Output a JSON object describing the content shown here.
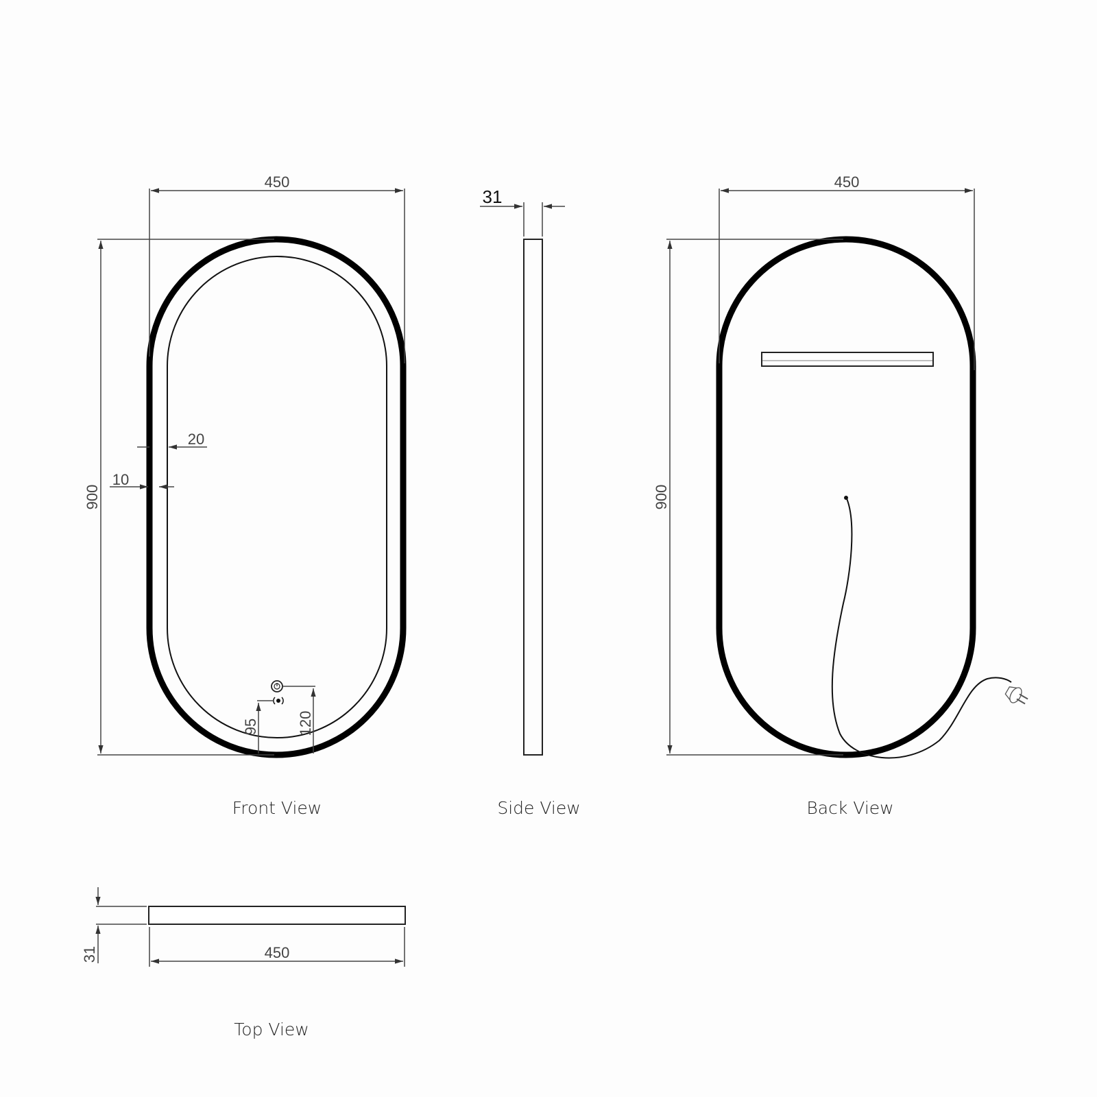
{
  "views": {
    "front": {
      "caption": "Front View",
      "width_label": "450",
      "height_label": "900",
      "frame_label": "20",
      "edge_label": "10",
      "touch_sensor_label": "120",
      "ir_sensor_label": "95"
    },
    "side": {
      "caption": "Side View",
      "depth_label": "31"
    },
    "back": {
      "caption": "Back View",
      "width_label": "450",
      "height_label": "900"
    },
    "top": {
      "caption": "Top View",
      "width_label": "450",
      "depth_label": "31"
    }
  },
  "icons": {
    "power_button": "power-icon",
    "sensor": "sensor-icon",
    "plug": "plug-icon"
  },
  "colors": {
    "frame": "#000000",
    "dimension_line": "#444444",
    "background": "#fdfdfd"
  }
}
